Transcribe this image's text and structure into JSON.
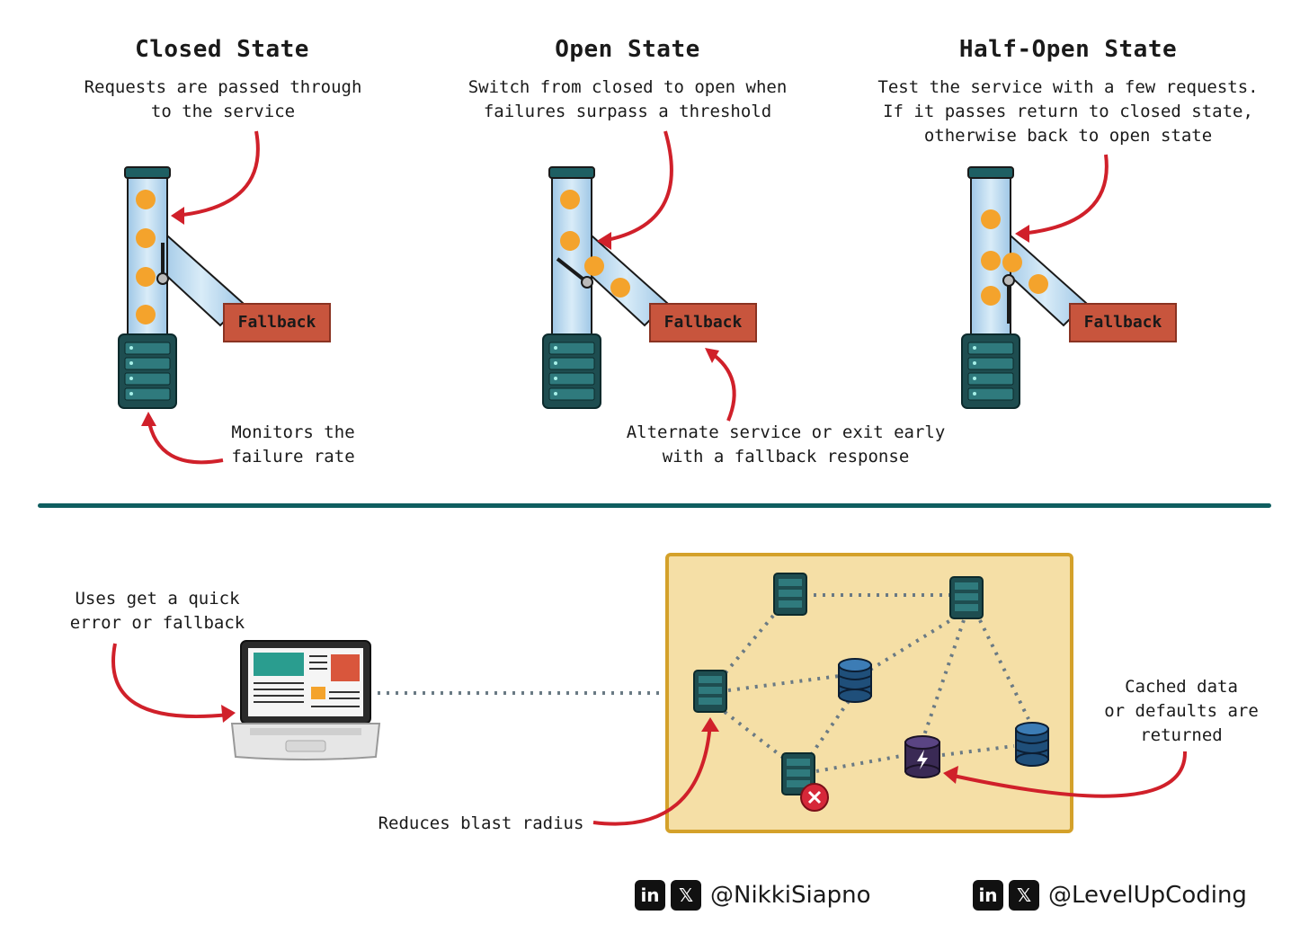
{
  "states": [
    {
      "title": "Closed State",
      "desc": [
        "Requests are passed through",
        "to the service"
      ],
      "fallback": "Fallback",
      "note": [
        "Monitors the",
        "failure rate"
      ]
    },
    {
      "title": "Open State",
      "desc": [
        "Switch from closed to open when",
        "failures surpass a threshold"
      ],
      "fallback": "Fallback",
      "note": [
        "Alternate service or exit early",
        "with a fallback response"
      ]
    },
    {
      "title": "Half-Open State",
      "desc": [
        "Test the service with a few requests.",
        "If it passes return to closed state,",
        "otherwise back to open state"
      ],
      "fallback": "Fallback"
    }
  ],
  "bottom": {
    "user_note": [
      "Uses get a quick",
      "error or fallback"
    ],
    "blast_note": "Reduces blast radius",
    "cache_note": [
      "Cached data",
      "or defaults are",
      "returned"
    ]
  },
  "footer": {
    "left_handle": "@NikkiSiapno",
    "right_handle": "@LevelUpCoding",
    "linkedin_icon": "in",
    "x_icon": "𝕏"
  },
  "colors": {
    "pipe": "#bcd9ee",
    "ball": "#f4a32c",
    "fallback": "#c8553d",
    "server": "#1e5f63",
    "arrow": "#d0202a",
    "divider": "#0f5e60",
    "network_bg": "#f5dfa6",
    "network_border": "#d4a12a",
    "cache_db": "#3a2a55",
    "error": "#d62839"
  }
}
